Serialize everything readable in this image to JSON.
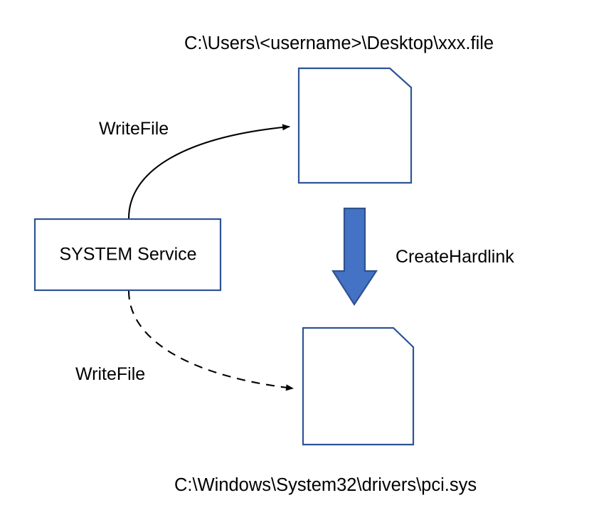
{
  "diagram": {
    "type": "flow-diagram",
    "background_color": "#ffffff",
    "palette": {
      "shape_outline": "#2E5396",
      "shape_fill": "#ffffff",
      "block_arrow_fill": "#4472C4",
      "block_arrow_outline": "#2F528F",
      "connector": "#000000",
      "text": "#000000"
    },
    "nodes": [
      {
        "id": "top-file-label",
        "kind": "label",
        "name": "top-file-path-label",
        "text": "C:\\Users\\<username>\\Desktop\\xxx.file"
      },
      {
        "id": "top-file",
        "kind": "document-shape",
        "name": "top-file-document",
        "text": ""
      },
      {
        "id": "system-service",
        "kind": "process-box",
        "name": "system-service-box",
        "text": "SYSTEM Service"
      },
      {
        "id": "bottom-file",
        "kind": "document-shape",
        "name": "bottom-file-document",
        "text": ""
      },
      {
        "id": "bottom-file-label",
        "kind": "label",
        "name": "bottom-file-path-label",
        "text": "C:\\Windows\\System32\\drivers\\pci.sys"
      }
    ],
    "edges": [
      {
        "id": "edge-write-top",
        "name": "writefile-top-connector",
        "style": "solid-curved-arrow",
        "from": "system-service",
        "to": "top-file",
        "label": "WriteFile"
      },
      {
        "id": "edge-write-bottom",
        "name": "writefile-bottom-connector",
        "style": "dashed-curved-arrow",
        "from": "system-service",
        "to": "bottom-file",
        "label": "WriteFile"
      },
      {
        "id": "edge-hardlink",
        "name": "createhardlink-block-arrow",
        "style": "block-arrow-down",
        "from": "top-file",
        "to": "bottom-file",
        "label": "CreateHardlink"
      }
    ]
  }
}
